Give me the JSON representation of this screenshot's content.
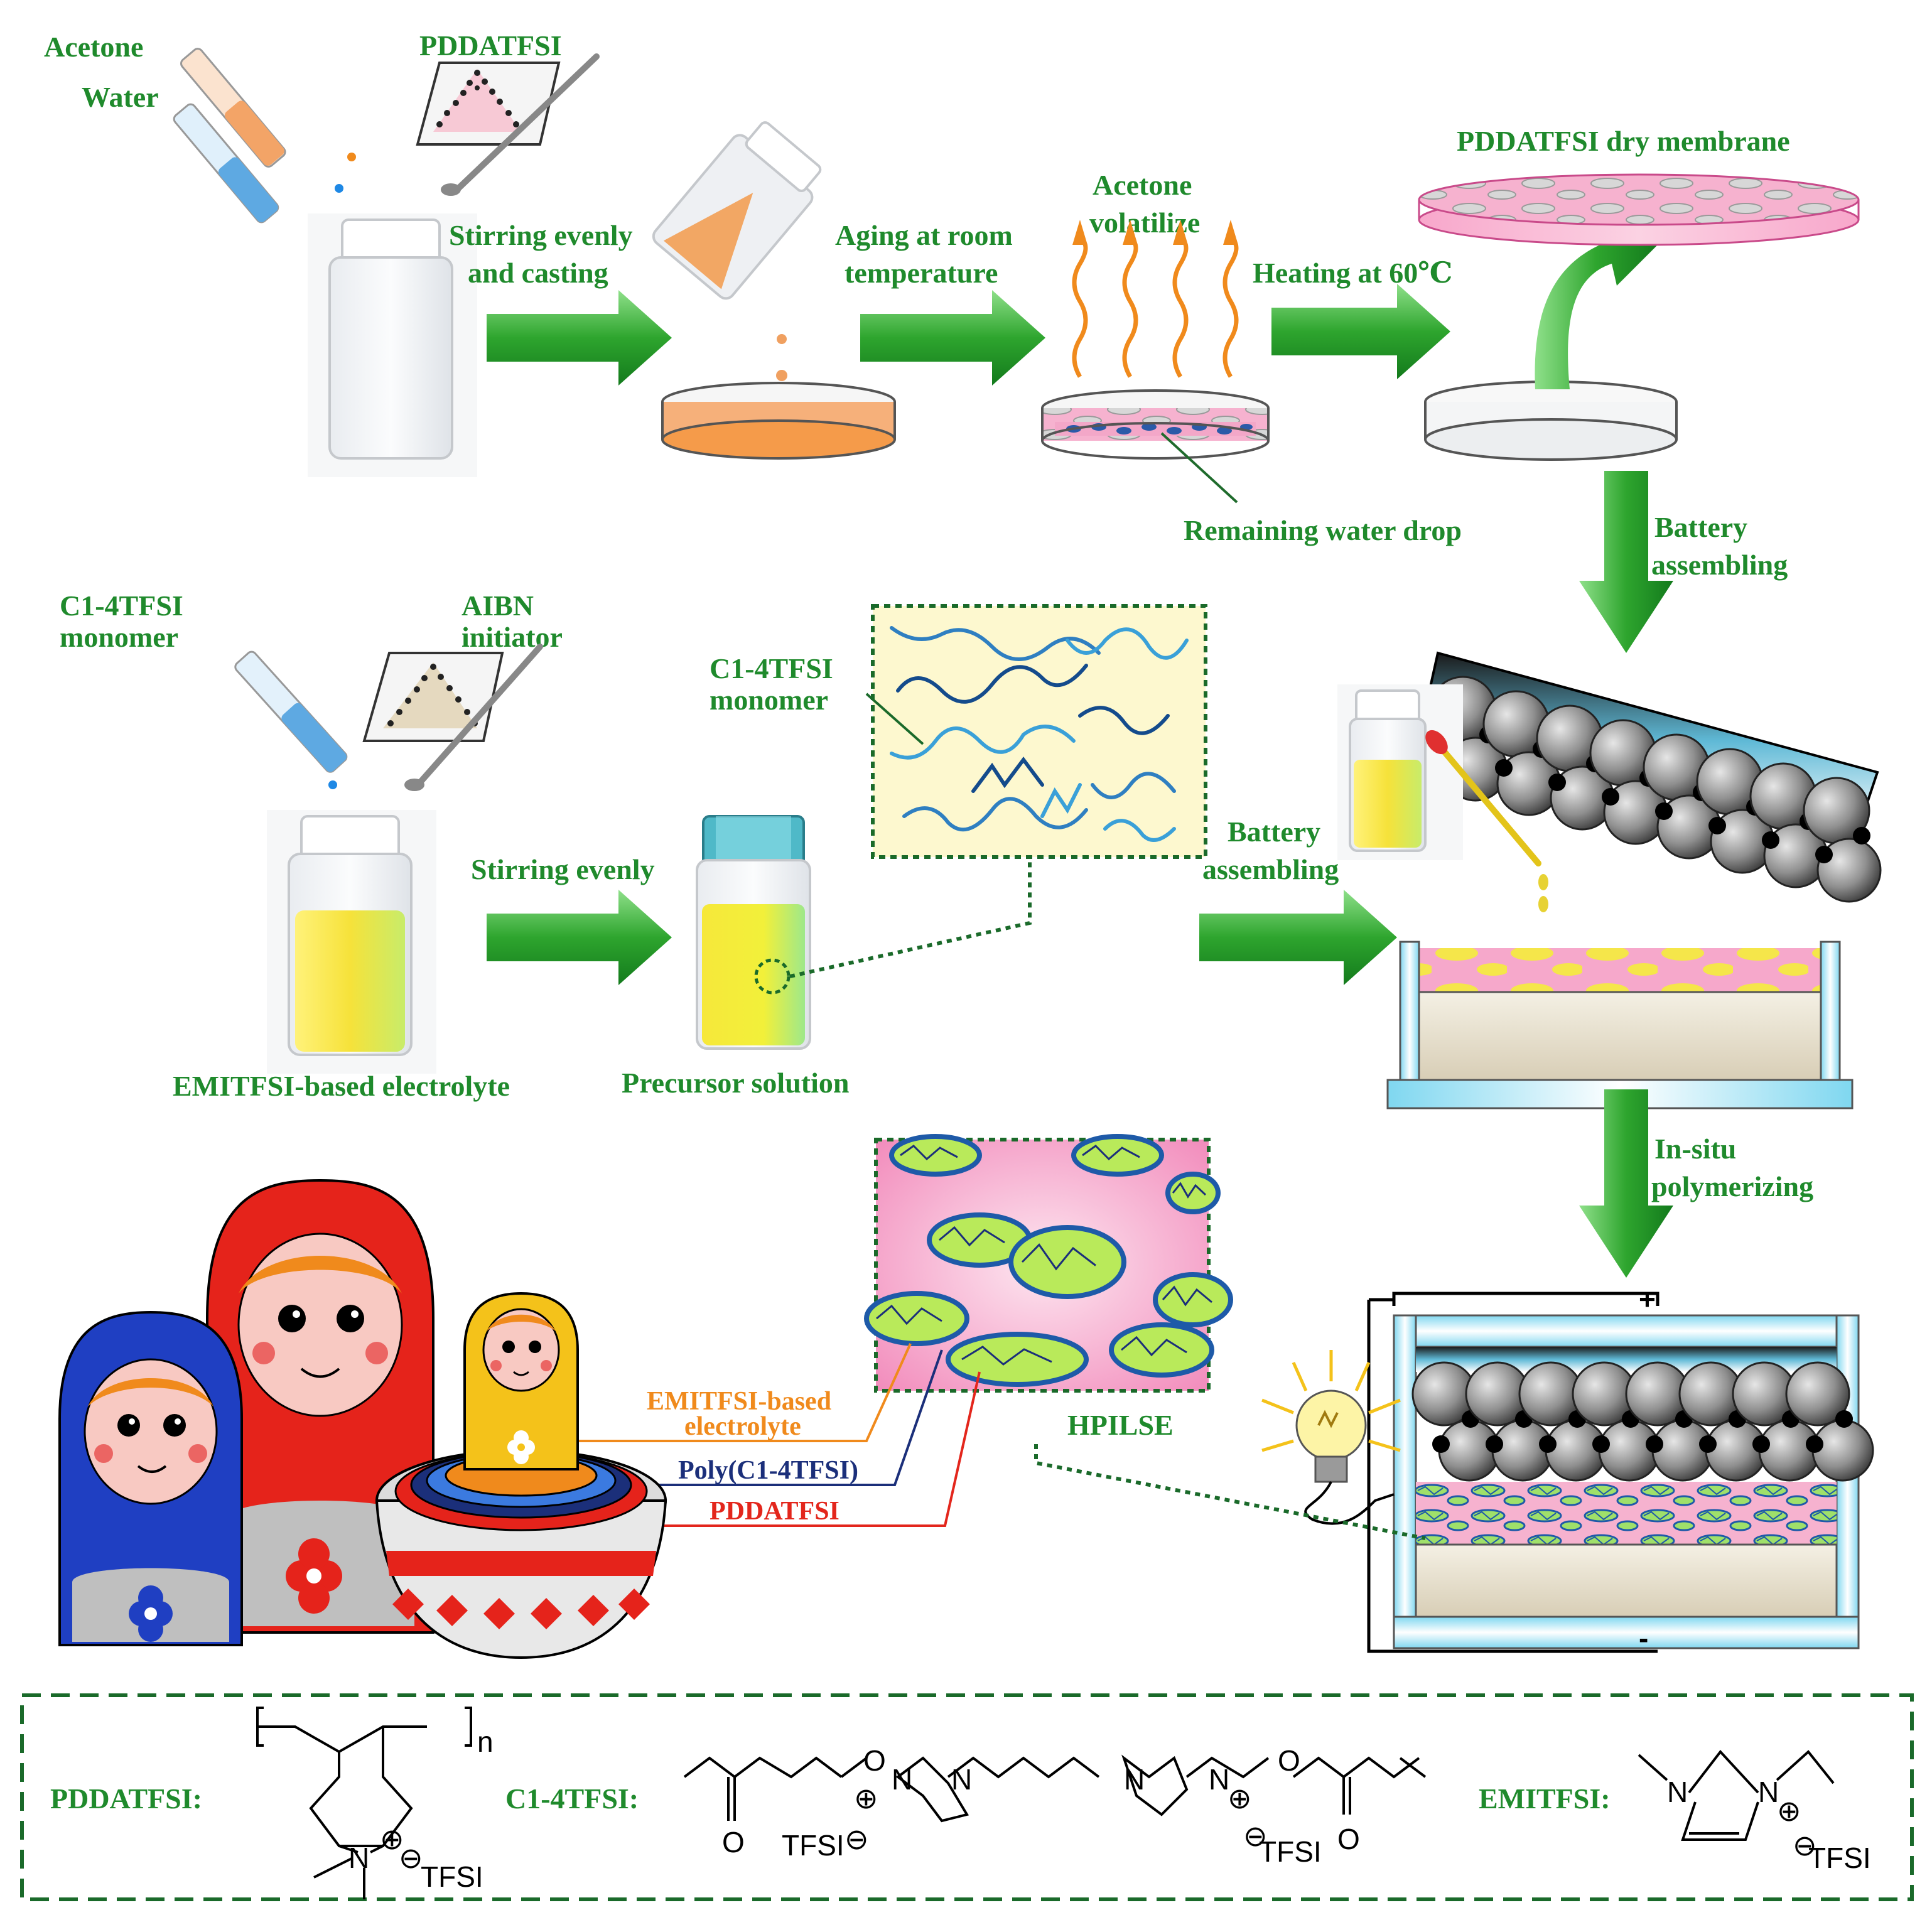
{
  "labels": {
    "acetone": "Acetone",
    "water": "Water",
    "pddatfsi_powder": "PDDATFSI",
    "stirring_casting_1": "Stirring evenly",
    "stirring_casting_2": "and casting",
    "aging_1": "Aging at room",
    "aging_2": "temperature",
    "acetone_vol_1": "Acetone",
    "acetone_vol_2": "volatilize",
    "heating": "Heating at 60℃",
    "dry_membrane": "PDDATFSI dry membrane",
    "remaining_water": "Remaining water drop",
    "battery_assembling_top_1": "Battery",
    "battery_assembling_top_2": "assembling",
    "monomer_1": "C1-4TFSI",
    "monomer_2": "monomer",
    "aibn_1": "AIBN",
    "aibn_2": "initiator",
    "monomer_inset_1": "C1-4TFSI",
    "monomer_inset_2": "monomer",
    "stirring_evenly": "Stirring evenly",
    "battery_assembling_mid_1": "Battery",
    "battery_assembling_mid_2": "assembling",
    "emitfsi_electrolyte": "EMITFSI-based electrolyte",
    "precursor": "Precursor  solution",
    "insitu_1": "In-situ",
    "insitu_2": "polymerizing",
    "layer_emitfsi_1": "EMITFSI-based",
    "layer_emitfsi_2": "electrolyte",
    "layer_poly": "Poly(C1-4TFSI)",
    "layer_pddatfsi": "PDDATFSI",
    "hpilse": "HPILSE",
    "plus": "+",
    "minus": "-"
  },
  "chemistry": {
    "pddatfsi_name": "PDDATFSI:",
    "c14tfsi_name": "C1-4TFSI:",
    "emitfsi_name": "EMITFSI:",
    "n_sub": "n",
    "n_atom": "N",
    "tfsi": "TFSI",
    "plus_charge": "⊕",
    "minus_charge": "⊖",
    "oxygen": "O"
  },
  "colors": {
    "green_text": "#1f8a2c",
    "arrow_green": "#2da02d",
    "pink": "#f4a6c6",
    "yellow": "#f5e642",
    "blue_chain": "#1e5aa8",
    "orange": "#f08a1c",
    "red": "#e3261c",
    "navy": "#1b2f7a"
  }
}
